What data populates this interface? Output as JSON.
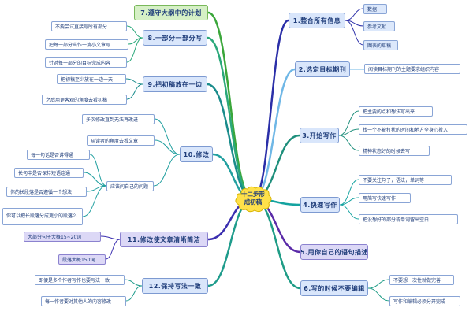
{
  "center": {
    "label": "十二步形\n成初稿"
  },
  "right": [
    {
      "title": "1.整合所有信息",
      "children": [
        "数据",
        "参考文献",
        "图表的草稿"
      ]
    },
    {
      "title": "2.选定目标期刊",
      "children": [
        "阅读目标期刊的主题要求组织内容"
      ]
    },
    {
      "title": "3.开始写作",
      "children": [
        "把主要的点和想法写出来",
        "找一个不被打扰的时间和地方全身心投入",
        "精神状态好的时候去写"
      ]
    },
    {
      "title": "4.快速写作",
      "children": [
        "不要关注句子，语法，单词等",
        "用简写快速写作",
        "把没想好的部分或单词留出空白"
      ]
    },
    {
      "title": "5.用你自己的语句描述",
      "children": []
    },
    {
      "title": "6.写的时候不要编辑",
      "children": [
        "不要想一次性就做完善",
        "写作和编辑必须分开完成"
      ]
    }
  ],
  "left": [
    {
      "title": "7.遵守大纲中的计划",
      "children": []
    },
    {
      "title": "8.一部分一部分写",
      "children": [
        "不要尝试直接写所有部分",
        "把每一部分当作一篇小文章写",
        "针对每一部分的目标完成内容"
      ]
    },
    {
      "title": "9.把初稿放在一边",
      "children": [
        "把初稿至少放在一边一天",
        "之后用更客观的角度去看初稿"
      ]
    },
    {
      "title": "10.修改",
      "children": [
        "多次修改直到无法再改进",
        "从读者的角度去看文章",
        "应该问自己的问题"
      ],
      "sub": [
        "每一句话是否讲得通",
        "长句中是否保持短语连通",
        "你的长段落是否遵循一个想法",
        "你可以把长段落分成更小的段落么"
      ]
    },
    {
      "title": "11.修改使文章清晰简洁",
      "children": [
        "大部分句子大概15~20词",
        "段落大概150词"
      ]
    },
    {
      "title": "12.保持写法一致",
      "children": [
        "即便是多个作者写作也要写法一致",
        "每一作者要对其他人的内容修改"
      ]
    }
  ],
  "colors": {
    "right_branch_1": "#2b2fa8",
    "right_branch_2": "#6fb7e6",
    "right_branch_3": "#1f8f7c",
    "right_branch_4": "#14a3a0",
    "right_branch_5": "#5a2aa8",
    "right_branch_6": "#1f9c86",
    "left_branch_7": "#3aa63a",
    "left_branch_8": "#2aa87a",
    "left_branch_9": "#1a8c8c",
    "left_branch_10": "#22a0a0",
    "left_branch_11": "#3b2fb0",
    "left_branch_12": "#1f9c8c",
    "center_fill": "#ffe14a"
  }
}
